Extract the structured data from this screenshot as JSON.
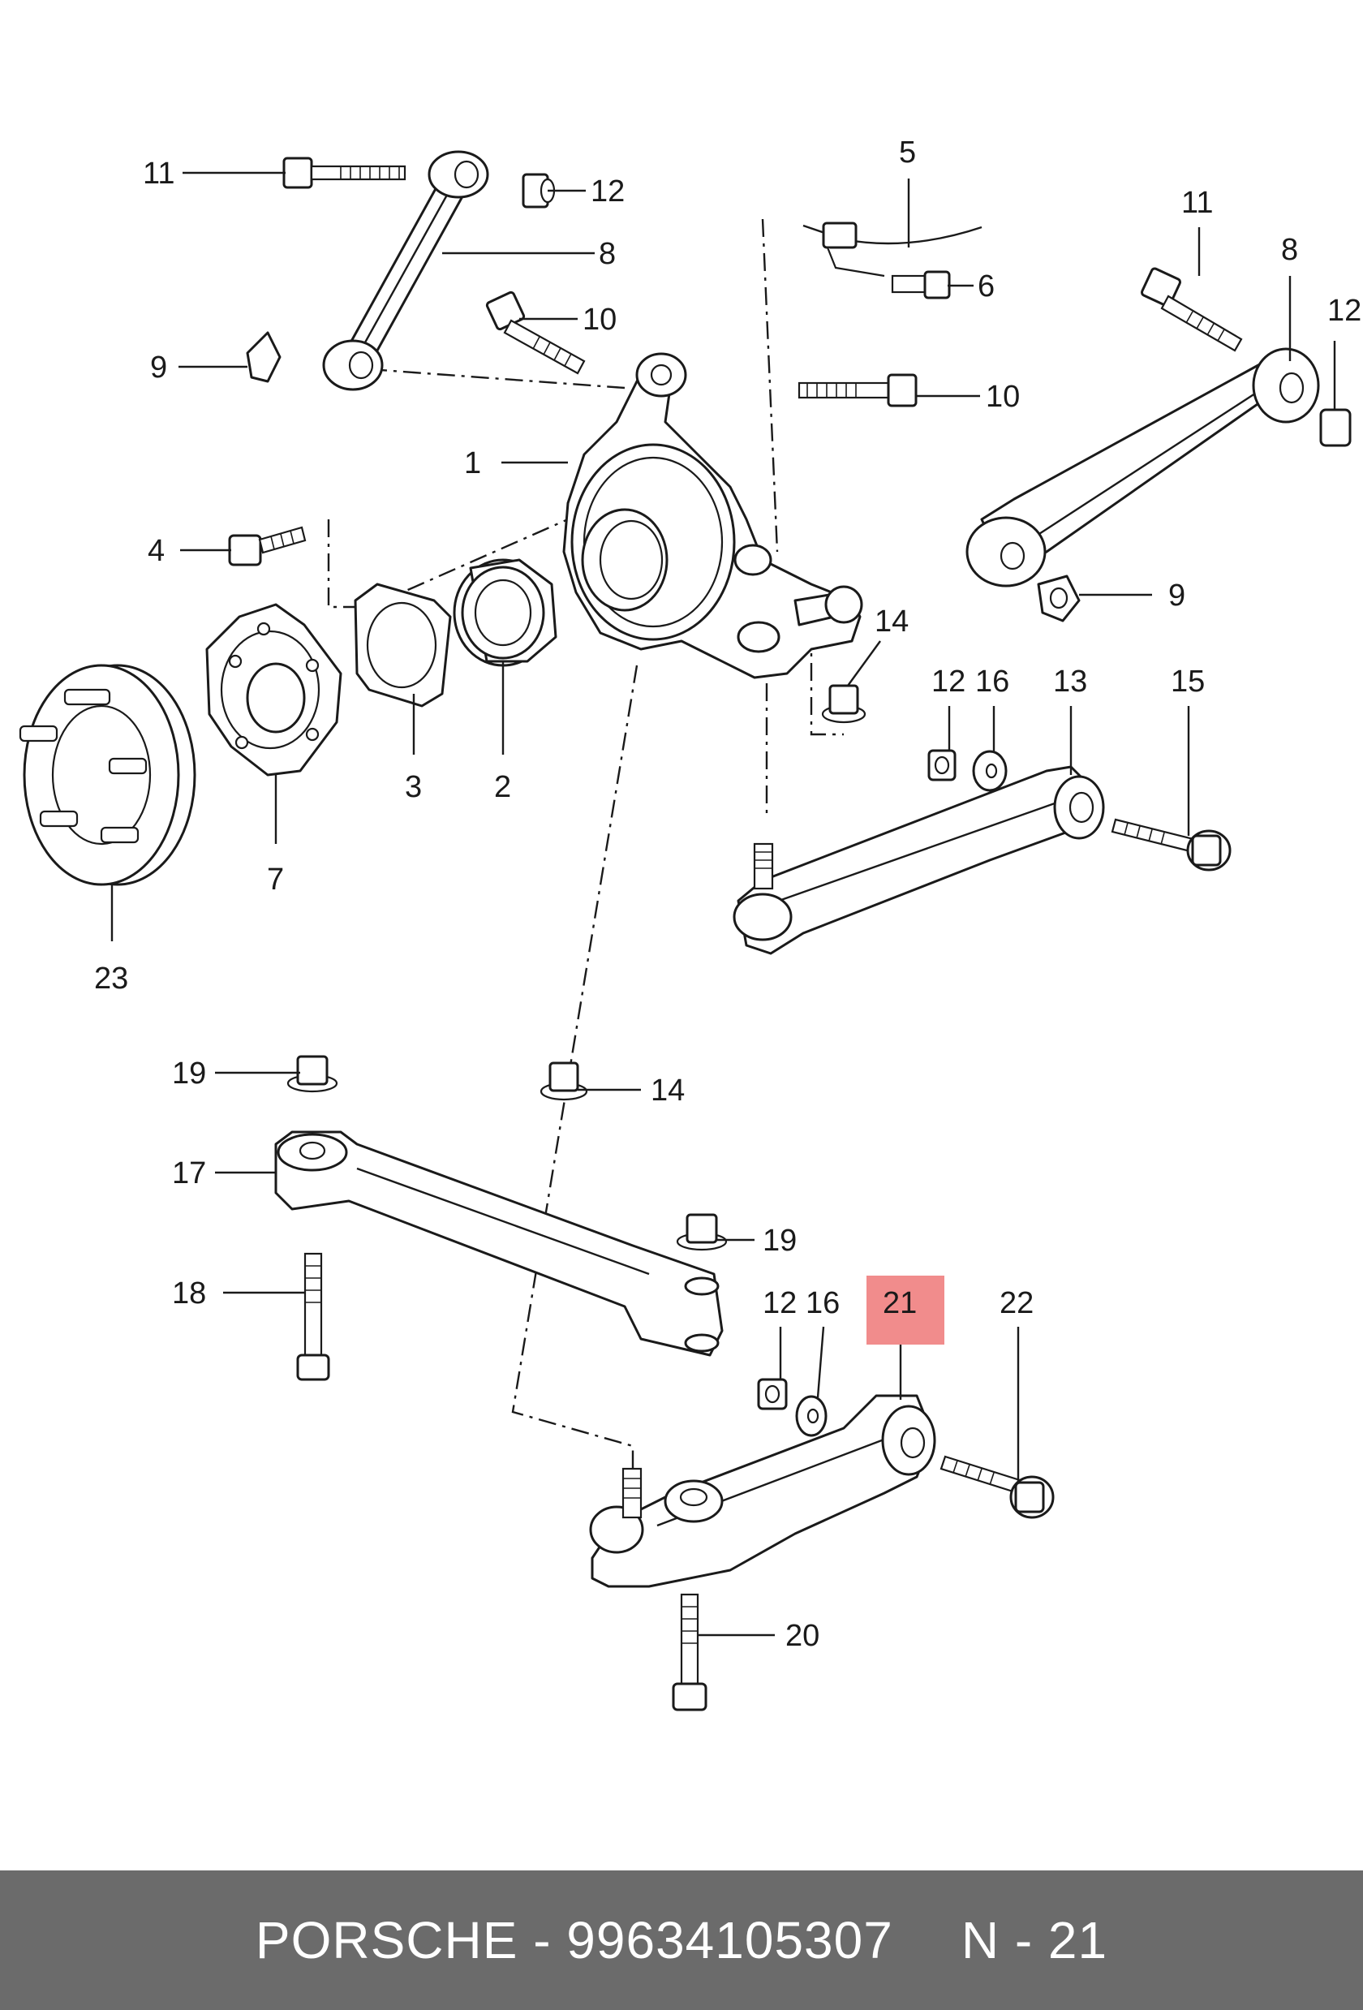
{
  "highlight_color": "#f08080",
  "footer_bg": "#6b6b6b",
  "callouts": {
    "c1": "1",
    "c2": "2",
    "c3": "3",
    "c4": "4",
    "c5": "5",
    "c6": "6",
    "c7": "7",
    "c8a": "8",
    "c8b": "8",
    "c9a": "9",
    "c9b": "9",
    "c10a": "10",
    "c10b": "10",
    "c11a": "11",
    "c11b": "11",
    "c12a": "12",
    "c12b": "12",
    "c12c": "12",
    "c12d": "12",
    "c13": "13",
    "c14a": "14",
    "c14b": "14",
    "c15": "15",
    "c16a": "16",
    "c16b": "16",
    "c17": "17",
    "c18": "18",
    "c19a": "19",
    "c19b": "19",
    "c20": "20",
    "c21": "21",
    "c22": "22",
    "c23": "23"
  },
  "footer": {
    "brand_part": "PORSCHE - 99634105307",
    "reference": "N - 21"
  }
}
